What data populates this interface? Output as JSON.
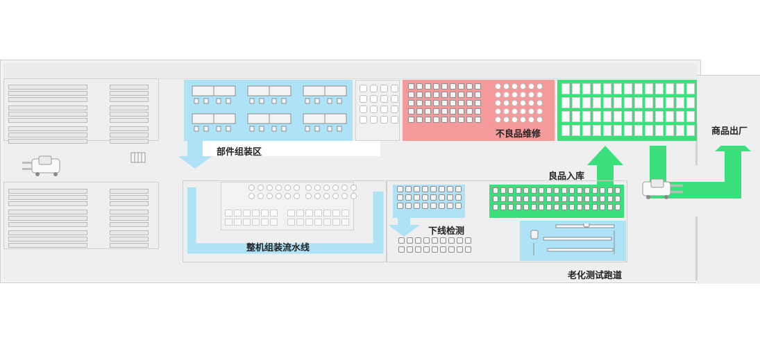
{
  "zones": {
    "parts_assembly": "部件组装区",
    "defect_repair": "不良品维修",
    "product_shipping": "商品出厂",
    "good_storage": "良品入库",
    "whole_assembly_line": "整机组装流水线",
    "offline_inspection": "下线检测",
    "aging_test_track": "老化测试跑道"
  },
  "colors": {
    "blue_zone": "#aee3f7",
    "red_zone": "#f49a9a",
    "green_zone": "#39e07b",
    "floor": "#efefef",
    "wall": "#d4d4d4"
  },
  "icons": [
    "forklift-icon",
    "flow-arrow-icon",
    "workbench-icon",
    "pallet-rack-icon"
  ]
}
